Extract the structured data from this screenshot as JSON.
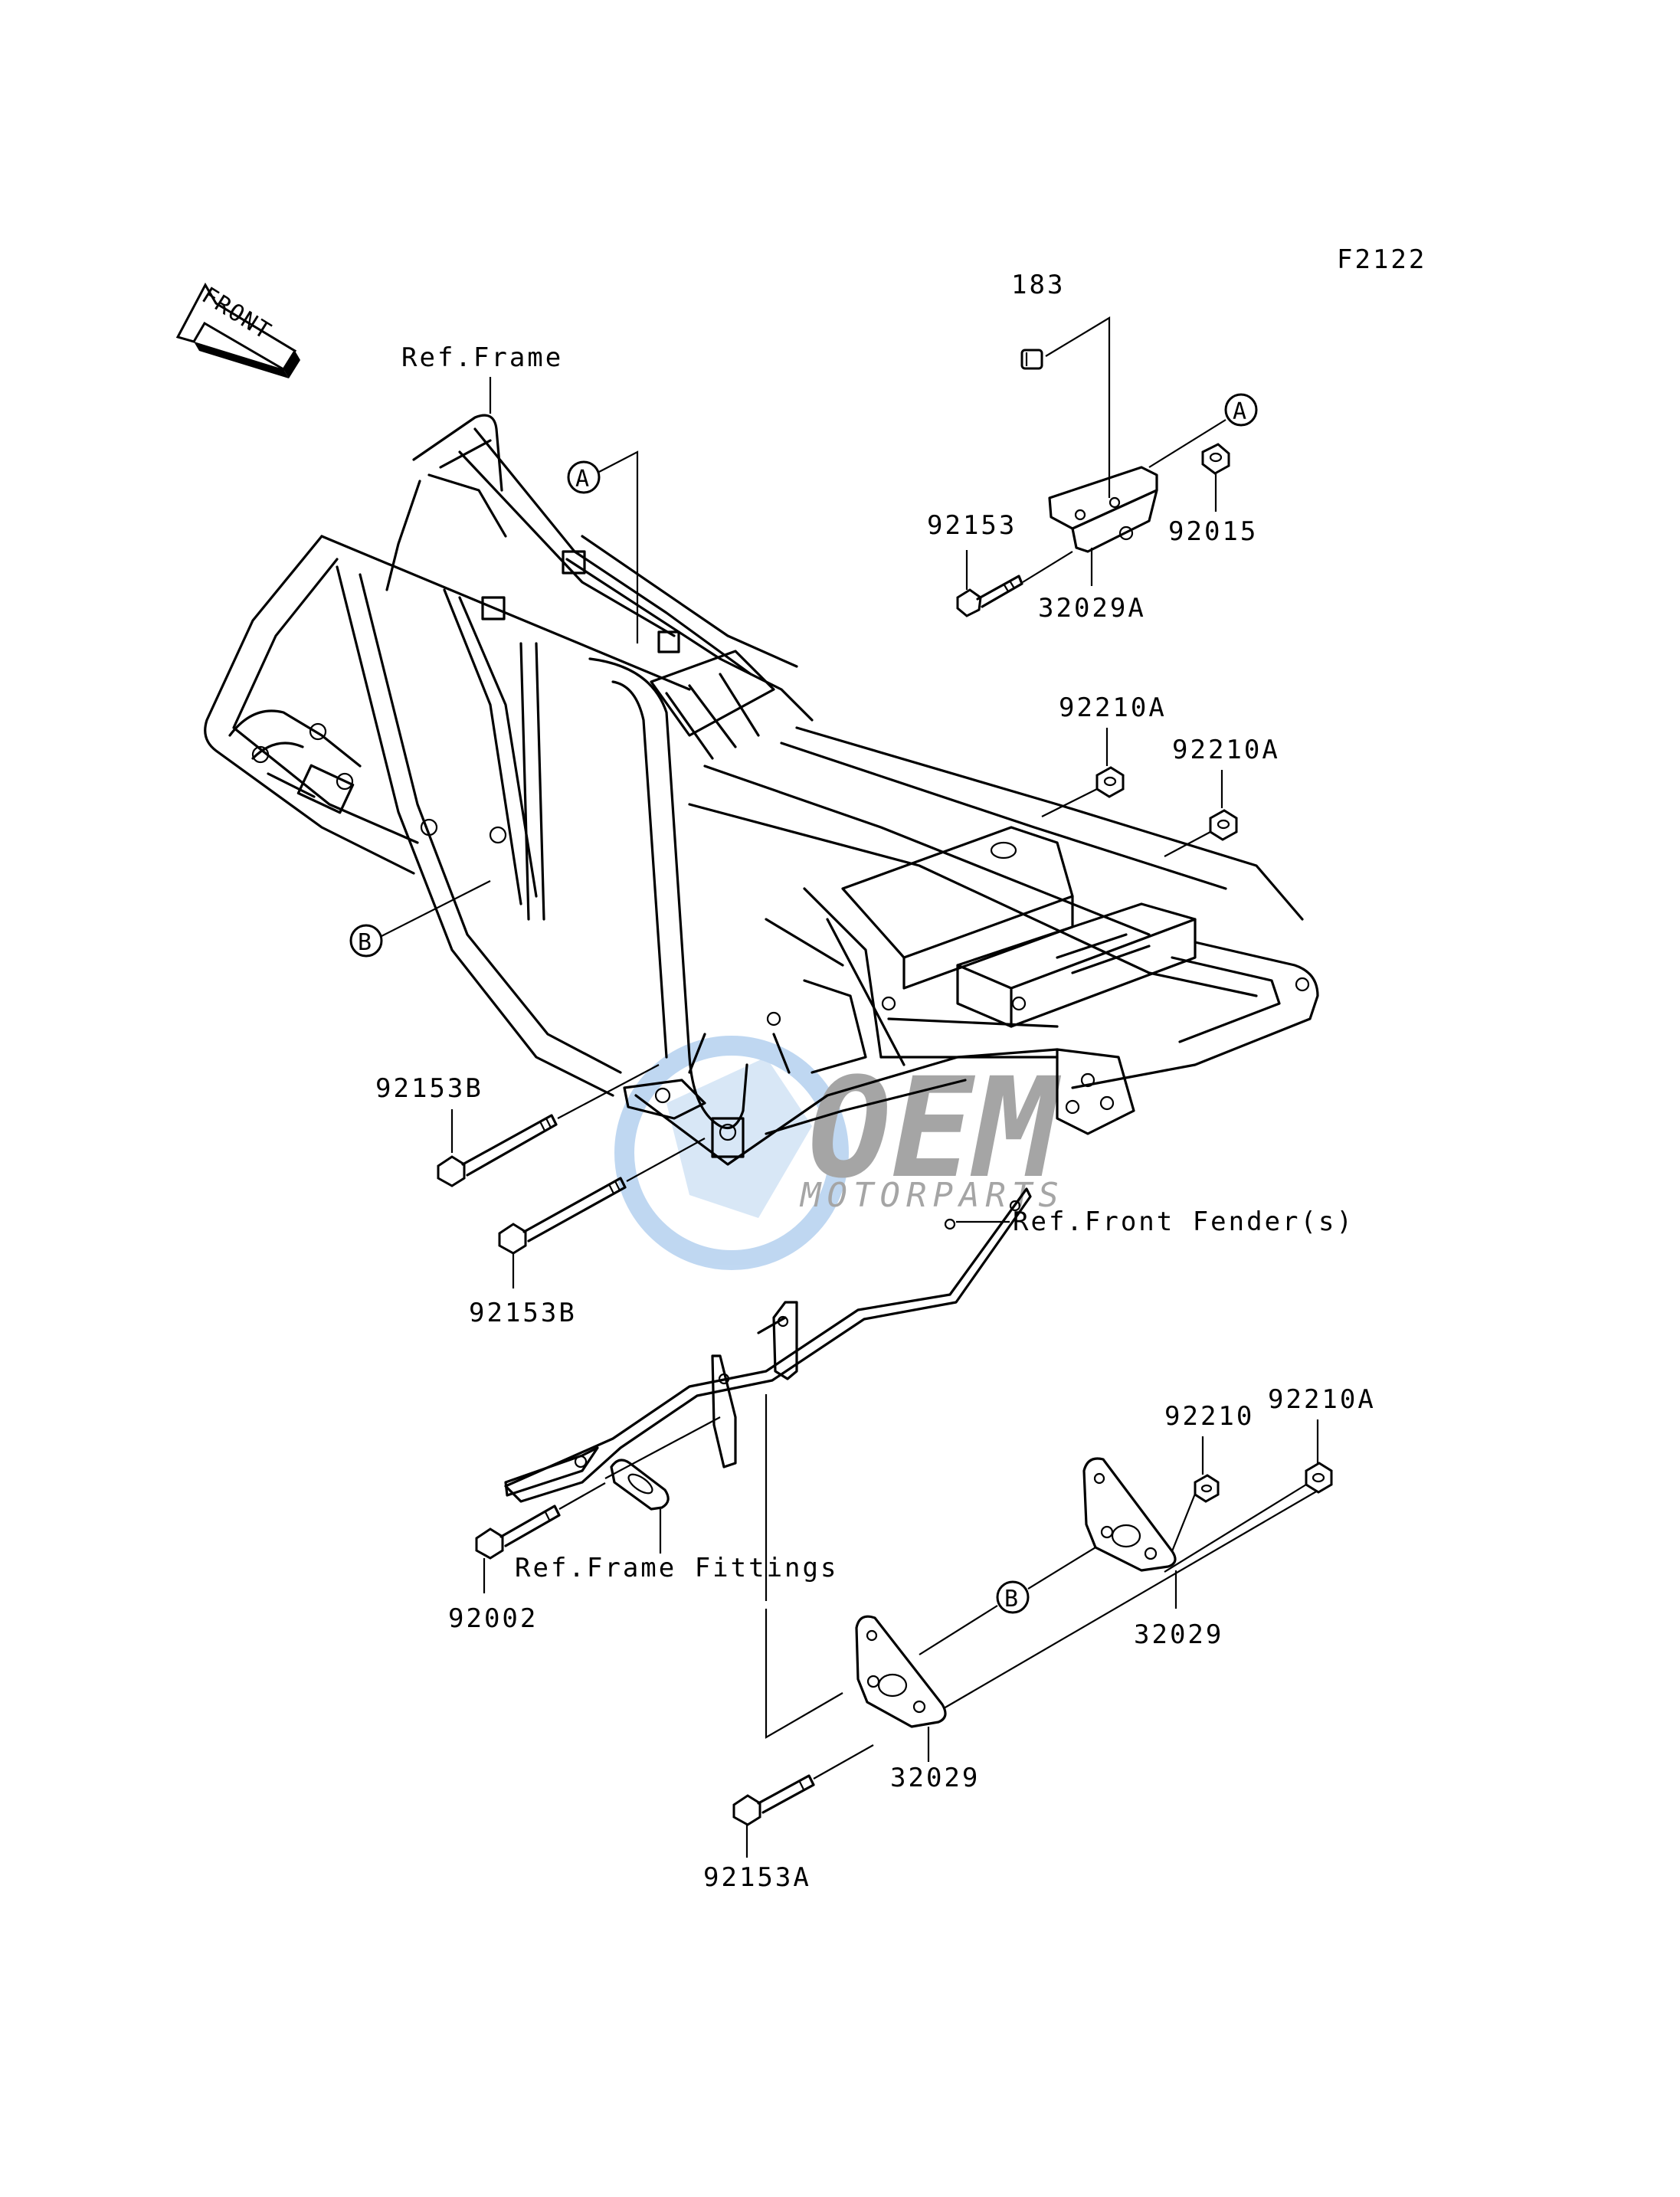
{
  "figure_code": "F2122",
  "front_arrow_text": "FRONT",
  "refs": {
    "frame": "Ref.Frame",
    "front_fender": "Ref.Front Fender(s)",
    "frame_fittings": "Ref.Frame Fittings"
  },
  "callouts": {
    "a_top": "A",
    "a_frame": "A",
    "b_frame": "B",
    "b_bracket": "B"
  },
  "parts": {
    "p183": "183",
    "p92153": "92153",
    "p92015": "92015",
    "p32029a": "32029A",
    "p92210a_1": "92210A",
    "p92210a_2": "92210A",
    "p92153b_1": "92153B",
    "p92153b_2": "92153B",
    "p92210": "92210",
    "p92210a_3": "92210A",
    "p92002": "92002",
    "p32029_1": "32029",
    "p32029_2": "32029",
    "p92153a": "92153A"
  },
  "watermark": {
    "brand": "OEM",
    "sub": "MOTORPARTS",
    "color": "#4a90d9"
  }
}
